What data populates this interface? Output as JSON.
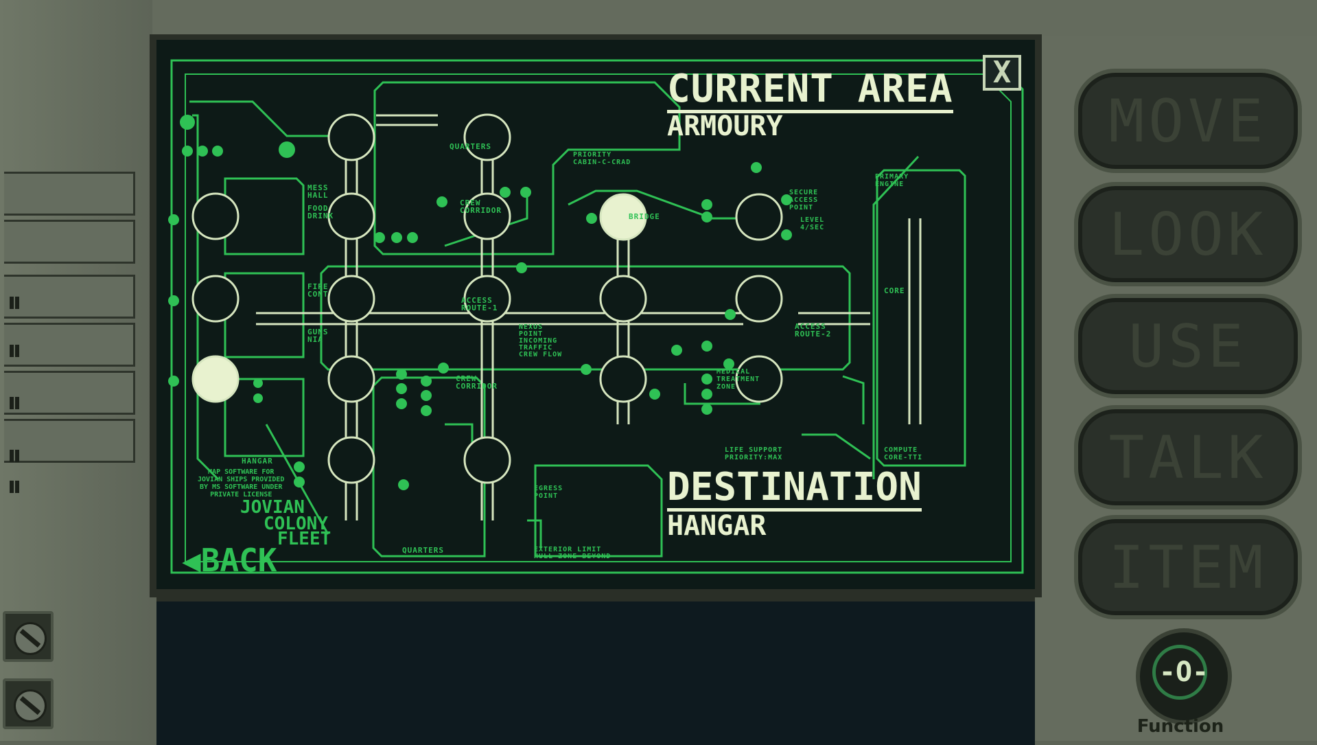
{
  "map": {
    "current_area_title": "CURRENT AREA",
    "current_area_value": "ARMOURY",
    "destination_title": "DESTINATION",
    "destination_value": "HANGAR",
    "back_label": "BACK",
    "close_label": "X",
    "rooms": {
      "quarters_top": "QUARTERS",
      "priority_cabin": "PRIORITY\nCABIN-C-CRAD",
      "crew_corridor_top": "CREW\nCORRIDOR",
      "bridge": "BRIDGE",
      "secure_access": "SECURE\nACCESS\nPOINT",
      "level": "LEVEL\n4/SEC",
      "primary_engine": "PRIMARY\nENGINE",
      "mess_hall": "MESS\nHALL",
      "food_drink": "FOOD\nDRINK",
      "fire_cont": "FIRE\nCONT",
      "guns_nia": "GUNS\nNIA",
      "access_route_1": "ACCESS\nROUTE-1",
      "nexus_point": "NEXUS\nPOINT\nINCOMING\nTRAFFIC\nCREW FLOW",
      "access_route_2": "ACCESS\nROUTE-2",
      "core": "CORE",
      "crew_corridor_bottom": "CREW\nCORRIDOR",
      "medical": "MEDICAL\nTREATMENT\nZONE",
      "life_support": "LIFE SUPPORT\nPRIORITY:MAX",
      "compute_core": "COMPUTE\nCORE-TTI",
      "hangar": "HANGAR",
      "quarters_bottom": "QUARTERS",
      "egress": "EGRESS\nPOINT",
      "exterior": "EXTERIOR LIMIT\nHULL ZONE BEYOND"
    },
    "license_text": "MAP SOFTWARE FOR\nJOVIAN SHIPS PROVIDED\nBY MS SOFTWARE UNDER\nPRIVATE LICENSE",
    "jovian_line1": "JOVIAN",
    "jovian_line2": "COLONY",
    "jovian_line3": "FLEET"
  },
  "commands": {
    "move": "MOVE",
    "look": "LOOK",
    "use": "USE",
    "talk": "TALK",
    "item": "ITEM"
  },
  "function_label": "Function",
  "function_glyph": "-O-",
  "colors": {
    "screen_bg": "#0d1a17",
    "line_green": "#2fc155",
    "node_outline": "#d6e6bf",
    "node_fill_active": "#e8f2cf",
    "frame": "#5d6457"
  }
}
